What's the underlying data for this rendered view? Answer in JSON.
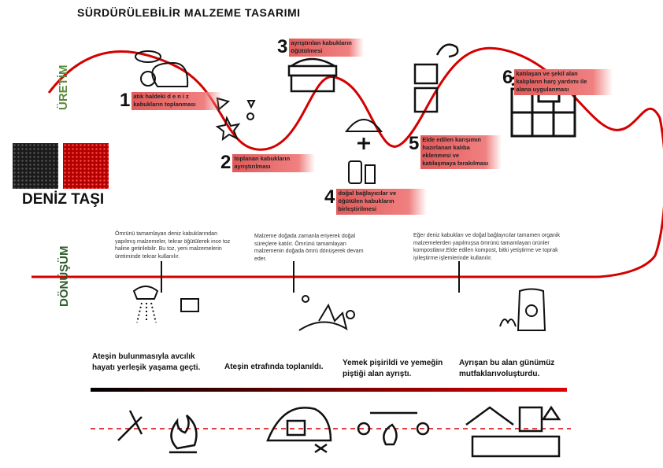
{
  "title": "SÜRDÜRÜLEBİLİR MALZEME TASARIMI",
  "labels": {
    "production": "ÜRETİM",
    "transformation": "DÖNÜŞÜM",
    "product": "DENİZ TAŞI"
  },
  "steps": [
    {
      "num": "1",
      "text": "atık haldeki d e n i z kabukların toplanması"
    },
    {
      "num": "2",
      "text": "toplanan kabukların ayrıştırılması"
    },
    {
      "num": "3",
      "text": "ayrıştırılan kabukların öğütülmesi"
    },
    {
      "num": "4",
      "text": "doğal bağlayıcılar ve öğütülen kabukların birleştirilmesi"
    },
    {
      "num": "5",
      "text": "Elde edilen karışımın hazırlanan kalıba eklenmesi ve katılaşmaya bırakılması"
    },
    {
      "num": "6",
      "text": "katılaşan ve şekil alan kalıpların harç yardımı ile alana uygulanması"
    }
  ],
  "transformation": [
    {
      "text": "Ömrünü tamamlayan deniz kabuklarından yapılmış malzemeler, tekrar öğütülerek ince toz haline getirilebilir. Bu toz, yeni malzemelerin üretiminde tekrar kullanılır."
    },
    {
      "text": "Malzeme doğada zamanla eriyerek doğal süreçlere katılır. Ömrünü tamamlayan malzemenin doğada ömrü dönüşerek devam eder."
    },
    {
      "text": "Eğer deniz kabukları ve doğal bağlayıcılar tamamen organik malzemelerden yapılmışsa ömrünü tamamlayan ürünler kompostlanır.Elde edilen kompost, bitki yetiştirme ve toprak iyileştirme işlemlerinde kullanılır."
    }
  ],
  "timeline": [
    {
      "text": "Ateşin bulunmasıyla avcılık hayatı yerleşik yaşama geçti."
    },
    {
      "text": "Ateşin etrafında toplanıldı."
    },
    {
      "text": "Yemek pişirildi ve yemeğin piştiği alan ayrıştı."
    },
    {
      "text": "Ayrışan bu alan günümüz mutfaklarıvoluşturdu."
    }
  ],
  "colors": {
    "accent": "#d40000",
    "production_label": "#5a8a3a",
    "transformation_label": "#2e5e2a"
  }
}
